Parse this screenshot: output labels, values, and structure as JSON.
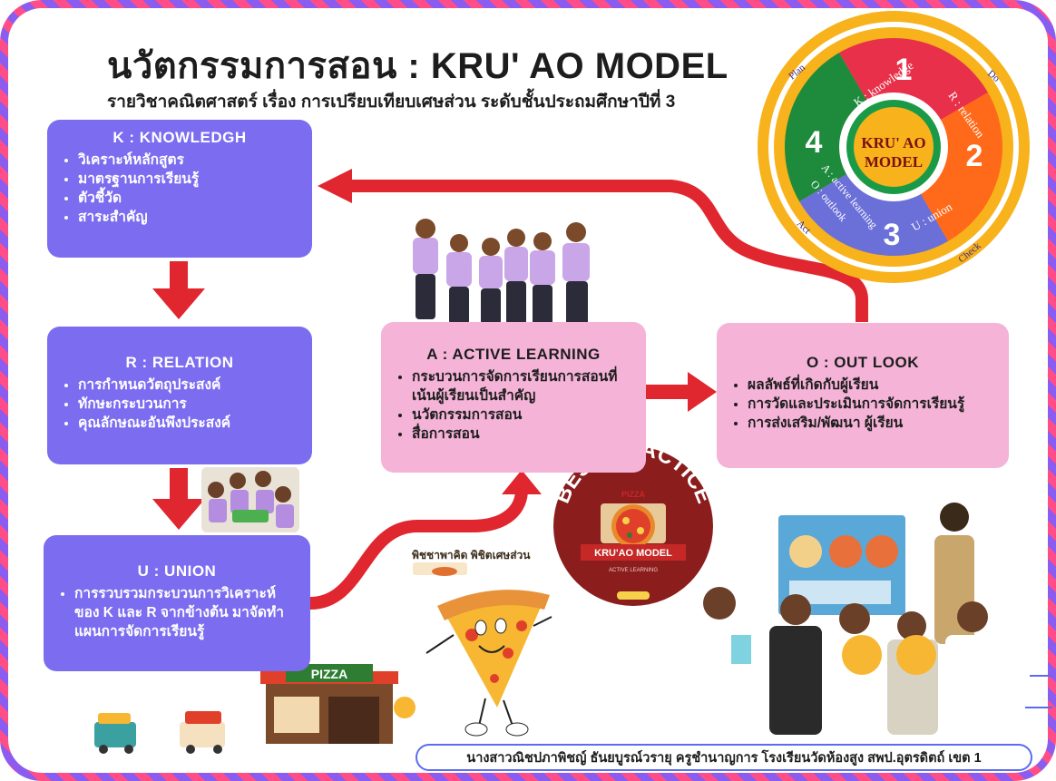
{
  "header": {
    "title": "นวัตกรรมการสอน  : KRU' AO MODEL",
    "subtitle": "รายวิชาคณิตศาสตร์ เรื่อง การเปรียบเทียบเศษส่วน ระดับชั้นประถมศึกษาปีที่ 3"
  },
  "boxes": {
    "k": {
      "title": "K : KNOWLEDGH",
      "items": [
        "วิเคราะห์หลักสูตร",
        "มาตรฐานการเรียนรู้",
        "ตัวชี้วัด",
        "สาระสำคัญ"
      ]
    },
    "r": {
      "title": "R : RELATION",
      "items": [
        "การกำหนดวัตถุประสงค์",
        "ทักษะกระบวนการ",
        "คุณลักษณะอันพึงประสงค์"
      ]
    },
    "u": {
      "title": "U : UNION",
      "items": [
        "การรวบรวมกระบวนการวิเคราะห์ของ K และ R จากข้างต้น มาจัดทำแผนการจัดการเรียนรู้"
      ]
    },
    "a": {
      "title": "A : ACTIVE LEARNING",
      "items": [
        "กระบวนการจัดการเรียนการสอนที่เน้นผู้เรียนเป็นสำคัญ",
        "นวัตกรรมการสอน",
        "สื่อการสอน"
      ]
    },
    "o": {
      "title": "O : OUT LOOK",
      "items": [
        "ผลลัพธ์ที่เกิดกับผู้เรียน",
        "การวัดและประเมินการจัดการเรียนรู้",
        "การส่งเสริม/พัฒนา ผู้เรียน"
      ]
    }
  },
  "cycle": {
    "center_line1": "KRU' AO",
    "center_line2": "MODEL",
    "segments": [
      {
        "number": "1",
        "label": "K : knowledge",
        "color": "#e8304a"
      },
      {
        "number": "2",
        "label": "R : relation",
        "color": "#ff6a1a"
      },
      {
        "number": "3",
        "label": "U : union",
        "color": "#6b6fd8"
      },
      {
        "number": "4",
        "label": "A : active learning",
        "label2": "O : outlook",
        "color": "#1e8a3c"
      }
    ],
    "phases": [
      "Plan",
      "Do",
      "Check",
      "Act"
    ]
  },
  "badge": {
    "title": "BEST PRACTICE",
    "pizza_word": "PIZZA",
    "ribbon": "KRU'AO MODEL",
    "small": "ACTIVE LEARNING",
    "logo_text": "พิชชาพาคิด พิชิตเศษส่วน"
  },
  "shop": {
    "sign": "PIZZA"
  },
  "footer": {
    "text": "นางสาวณิชปภาพิชญ์ ธันยบูรณ์วรายุ ครูชำนาญการ โรงเรียนวัดห้องสูง สพป.อุตรดิตถ์ เขต 1"
  },
  "colors": {
    "purple_box": "#7b6cf0",
    "pink_box": "#f4b3d7",
    "arrow_red": "#e0262e",
    "badge_red": "#8b1d1d"
  }
}
